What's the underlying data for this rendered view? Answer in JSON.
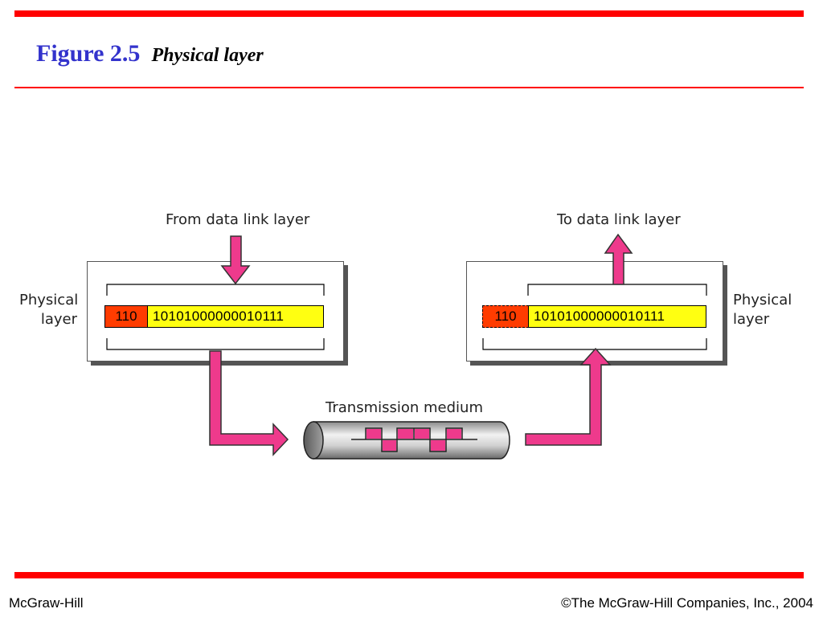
{
  "header": {
    "figure_number": "Figure 2.5",
    "figure_title": "Physical layer"
  },
  "sender": {
    "top_label": "From data link layer",
    "side_label_line1": "Physical",
    "side_label_line2": "layer",
    "header_bits": "110",
    "data_bits": "10101000000010111"
  },
  "receiver": {
    "top_label": "To data link layer",
    "side_label_line1": "Physical",
    "side_label_line2": "layer",
    "header_bits": "110",
    "data_bits": "10101000000010111"
  },
  "medium": {
    "label": "Transmission medium"
  },
  "footer": {
    "left": "McGraw-Hill",
    "right": "©The McGraw-Hill Companies, Inc., 2004"
  },
  "colors": {
    "accent_red": "#ff0000",
    "title_blue": "#3333cc",
    "header_orange": "#ff3c00",
    "data_yellow": "#ffff11",
    "arrow_pink": "#ee3a8c",
    "signal_pink": "#ee3a8c"
  }
}
